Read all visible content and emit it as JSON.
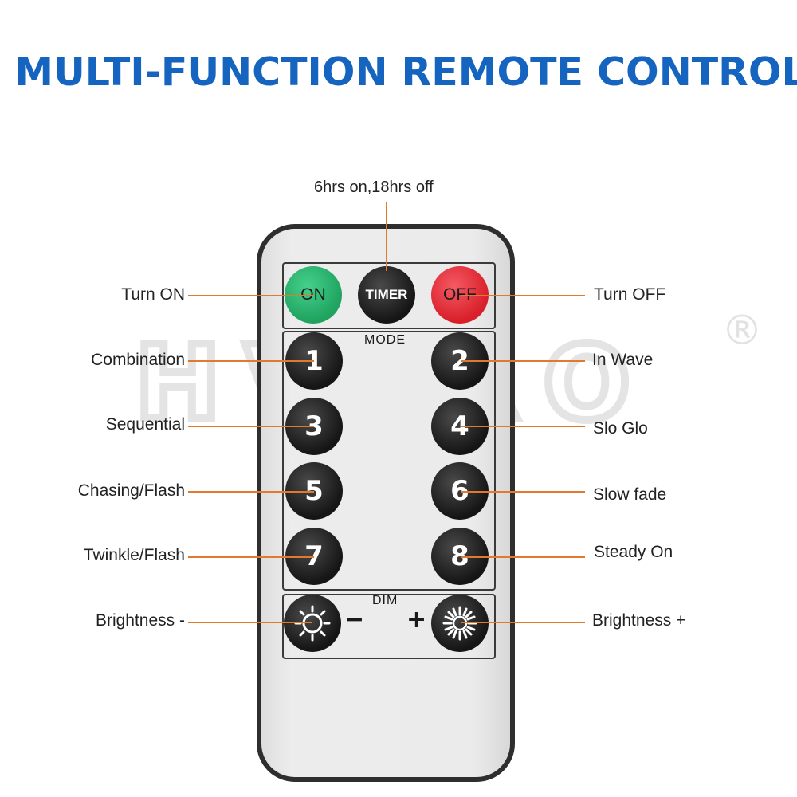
{
  "title": "MULTI-FUNCTION REMOTE CONTROL",
  "watermark": {
    "text": "HVERO",
    "registered": "®"
  },
  "colors": {
    "title": "#1565c0",
    "callout_line": "#e07a2c",
    "on": "#2bb673",
    "off": "#e8323c"
  },
  "remote": {
    "top_buttons": {
      "on": "ON",
      "timer": "TIMER",
      "off": "OFF"
    },
    "mode_label": "MODE",
    "dim_label": "DIM",
    "numbers": [
      "1",
      "2",
      "3",
      "4",
      "5",
      "6",
      "7",
      "8"
    ],
    "minus": "−",
    "plus": "+"
  },
  "callouts": {
    "timer": "6hrs on,18hrs off",
    "on": "Turn ON",
    "off": "Turn OFF",
    "b1": "Combination",
    "b2": "In Wave",
    "b3": "Sequential",
    "b4": "Slo Glo",
    "b5": "Chasing/Flash",
    "b6": "Slow fade",
    "b7": "Twinkle/Flash",
    "b8": "Steady On",
    "dim_minus": "Brightness -",
    "dim_plus": "Brightness +"
  },
  "icons": [
    "sun-icon",
    "sun-icon"
  ]
}
